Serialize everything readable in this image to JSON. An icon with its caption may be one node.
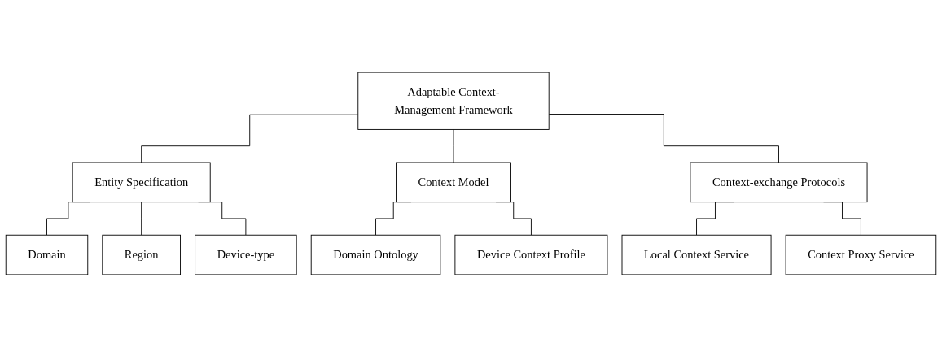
{
  "diagram": {
    "nodes": [
      {
        "text": [
          "Adaptable Context-Management Framework"
        ]
      },
      {
        "text": [
          "Entity Specification"
        ]
      },
      {
        "text": [
          "Context Model"
        ]
      },
      {
        "text": [
          "Context-exchange Protocols"
        ]
      },
      {
        "text": [
          "Domain"
        ]
      },
      {
        "text": [
          "Region"
        ]
      },
      {
        "text": [
          "Device-type"
        ]
      },
      {
        "text": [
          "Domain Ontology"
        ]
      },
      {
        "text": [
          "Device Context Profile"
        ]
      },
      {
        "text": [
          "Local Context Service"
        ]
      },
      {
        "text": [
          "Context Proxy Service"
        ]
      }
    ],
    "edges": [
      {
        "from": 0,
        "to": 1,
        "arrow": "none"
      },
      {
        "from": 0,
        "to": 2,
        "arrow": "none"
      },
      {
        "from": 0,
        "to": 3,
        "arrow": "none"
      },
      {
        "from": 1,
        "to": 4,
        "arrow": "none"
      },
      {
        "from": 1,
        "to": 5,
        "arrow": "none"
      },
      {
        "from": 1,
        "to": 6,
        "arrow": "none"
      },
      {
        "from": 2,
        "to": 7,
        "arrow": "none"
      },
      {
        "from": 2,
        "to": 8,
        "arrow": "none"
      },
      {
        "from": 3,
        "to": 9,
        "arrow": "none"
      },
      {
        "from": 3,
        "to": 10,
        "arrow": "none"
      }
    ]
  }
}
